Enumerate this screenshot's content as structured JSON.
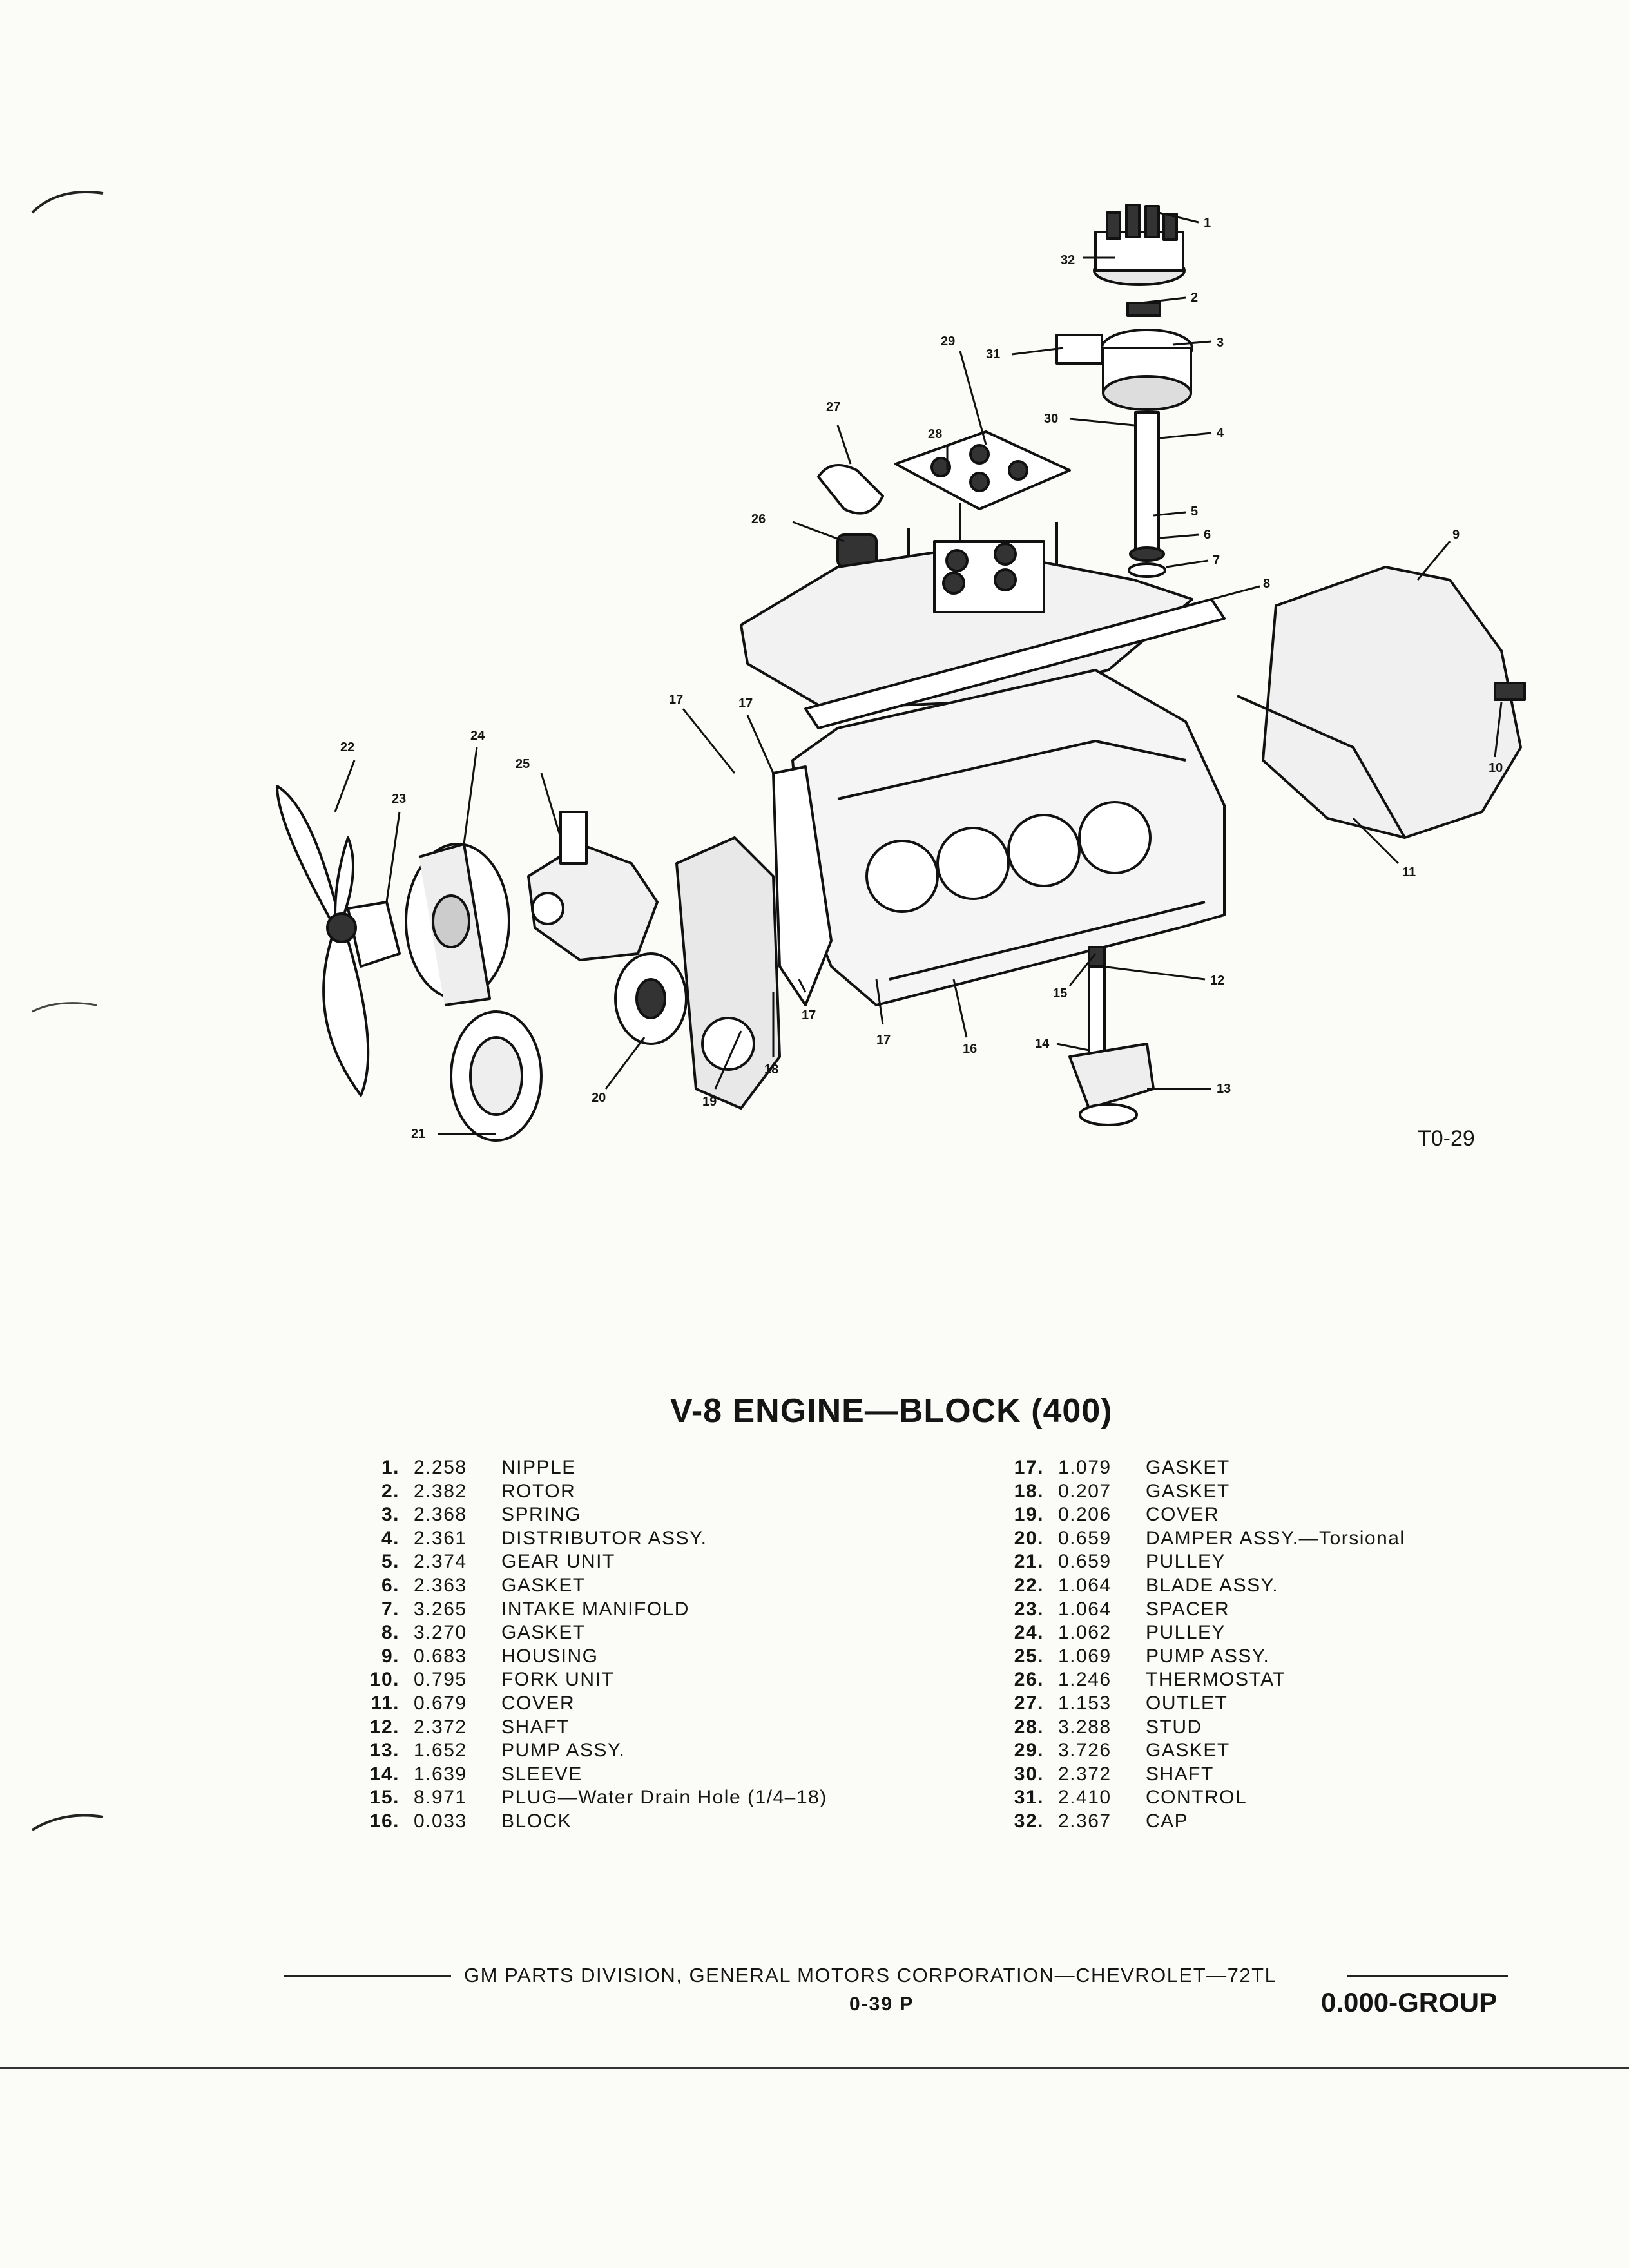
{
  "figure": {
    "code": "T0-29",
    "callout_labels": [
      "1",
      "2",
      "3",
      "4",
      "5",
      "6",
      "7",
      "8",
      "9",
      "10",
      "11",
      "12",
      "13",
      "14",
      "15",
      "16",
      "17",
      "17",
      "17",
      "17",
      "18",
      "19",
      "20",
      "21",
      "22",
      "23",
      "24",
      "25",
      "26",
      "27",
      "28",
      "29",
      "30",
      "31",
      "32"
    ]
  },
  "title": "V-8 ENGINE—BLOCK (400)",
  "parts_left": [
    {
      "num": "1.",
      "code": "2.258",
      "name": "NIPPLE"
    },
    {
      "num": "2.",
      "code": "2.382",
      "name": "ROTOR"
    },
    {
      "num": "3.",
      "code": "2.368",
      "name": "SPRING"
    },
    {
      "num": "4.",
      "code": "2.361",
      "name": "DISTRIBUTOR ASSY."
    },
    {
      "num": "5.",
      "code": "2.374",
      "name": "GEAR UNIT"
    },
    {
      "num": "6.",
      "code": "2.363",
      "name": "GASKET"
    },
    {
      "num": "7.",
      "code": "3.265",
      "name": "INTAKE MANIFOLD"
    },
    {
      "num": "8.",
      "code": "3.270",
      "name": "GASKET"
    },
    {
      "num": "9.",
      "code": "0.683",
      "name": "HOUSING"
    },
    {
      "num": "10.",
      "code": "0.795",
      "name": "FORK UNIT"
    },
    {
      "num": "11.",
      "code": "0.679",
      "name": "COVER"
    },
    {
      "num": "12.",
      "code": "2.372",
      "name": "SHAFT"
    },
    {
      "num": "13.",
      "code": "1.652",
      "name": "PUMP ASSY."
    },
    {
      "num": "14.",
      "code": "1.639",
      "name": "SLEEVE"
    },
    {
      "num": "15.",
      "code": "8.971",
      "name": "PLUG—Water Drain Hole (1/4–18)"
    },
    {
      "num": "16.",
      "code": "0.033",
      "name": "BLOCK"
    }
  ],
  "parts_right": [
    {
      "num": "17.",
      "code": "1.079",
      "name": "GASKET"
    },
    {
      "num": "18.",
      "code": "0.207",
      "name": "GASKET"
    },
    {
      "num": "19.",
      "code": "0.206",
      "name": "COVER"
    },
    {
      "num": "20.",
      "code": "0.659",
      "name": "DAMPER ASSY.—Torsional"
    },
    {
      "num": "21.",
      "code": "0.659",
      "name": "PULLEY"
    },
    {
      "num": "22.",
      "code": "1.064",
      "name": "BLADE ASSY."
    },
    {
      "num": "23.",
      "code": "1.064",
      "name": "SPACER"
    },
    {
      "num": "24.",
      "code": "1.062",
      "name": "PULLEY"
    },
    {
      "num": "25.",
      "code": "1.069",
      "name": "PUMP ASSY."
    },
    {
      "num": "26.",
      "code": "1.246",
      "name": "THERMOSTAT"
    },
    {
      "num": "27.",
      "code": "1.153",
      "name": "OUTLET"
    },
    {
      "num": "28.",
      "code": "3.288",
      "name": "STUD"
    },
    {
      "num": "29.",
      "code": "3.726",
      "name": "GASKET"
    },
    {
      "num": "30.",
      "code": "2.372",
      "name": "SHAFT"
    },
    {
      "num": "31.",
      "code": "2.410",
      "name": "CONTROL"
    },
    {
      "num": "32.",
      "code": "2.367",
      "name": "CAP"
    }
  ],
  "footer": {
    "line": "GM PARTS DIVISION, GENERAL MOTORS CORPORATION—CHEVROLET—72TL",
    "page": "0-39 P",
    "group": "0.000-GROUP"
  }
}
